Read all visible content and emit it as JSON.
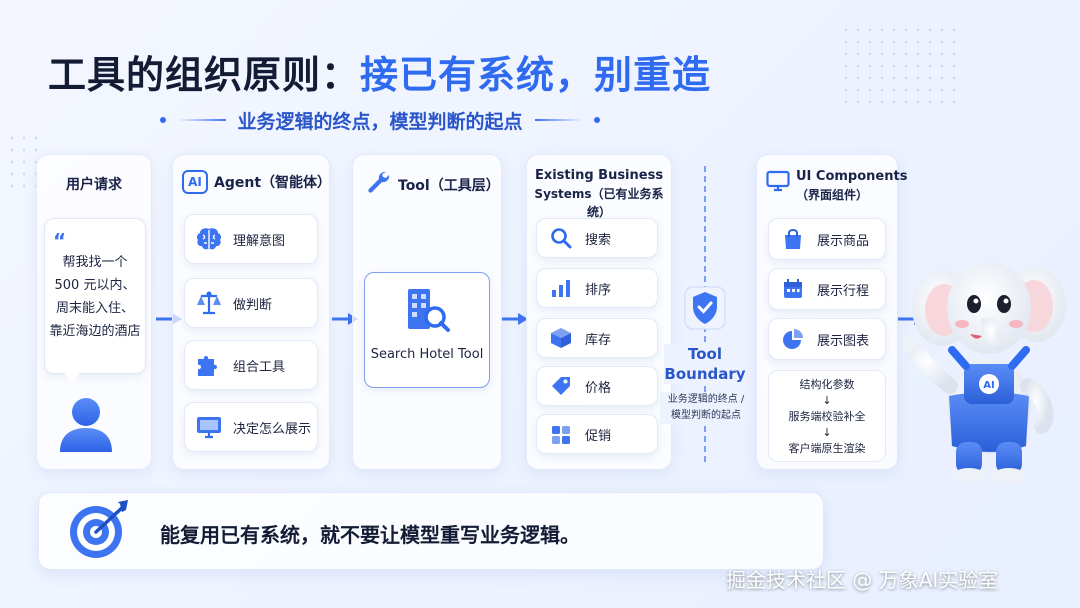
{
  "title": {
    "part1": "工具的组织原则：",
    "part2": "接已有系统，别重造"
  },
  "subtitle": "业务逻辑的终点，模型判断的起点",
  "user_panel": {
    "title": "用户请求",
    "quote_mark": "“",
    "request_lines": [
      "帮我找一个",
      "500 元以内、",
      "周末能入住、",
      "靠近海边的酒店"
    ]
  },
  "agent_panel": {
    "icon_text": "AI",
    "title": "Agent（智能体）",
    "items": [
      "理解意图",
      "做判断",
      "组合工具",
      "决定怎么展示"
    ]
  },
  "tool_panel": {
    "title": "Tool（工具层）",
    "tool_name": "Search Hotel Tool"
  },
  "systems_panel": {
    "title_line1": "Existing Business",
    "title_line2": "Systems（已有业务系统）",
    "items": [
      "搜索",
      "排序",
      "库存",
      "价格",
      "促销"
    ]
  },
  "boundary": {
    "label_line1": "Tool",
    "label_line2": "Boundary",
    "desc_line1": "业务逻辑的终点 /",
    "desc_line2": "模型判断的起点"
  },
  "ui_panel": {
    "title_line1": "UI Components",
    "title_line2": "（界面组件）",
    "items": [
      "展示商品",
      "展示行程",
      "展示图表"
    ],
    "flow": [
      "结构化参数",
      "↓",
      "服务端校验补全",
      "↓",
      "客户端原生渲染"
    ]
  },
  "mascot_badge": "AI",
  "bottom_message": "能复用已有系统，就不要让模型重写业务逻辑。",
  "watermark": "掘金技术社区 @ 万象AI实验室",
  "colors": {
    "accent": "#2f6bf0",
    "title_dark": "#141b34",
    "panel_bg": "#ffffff"
  }
}
